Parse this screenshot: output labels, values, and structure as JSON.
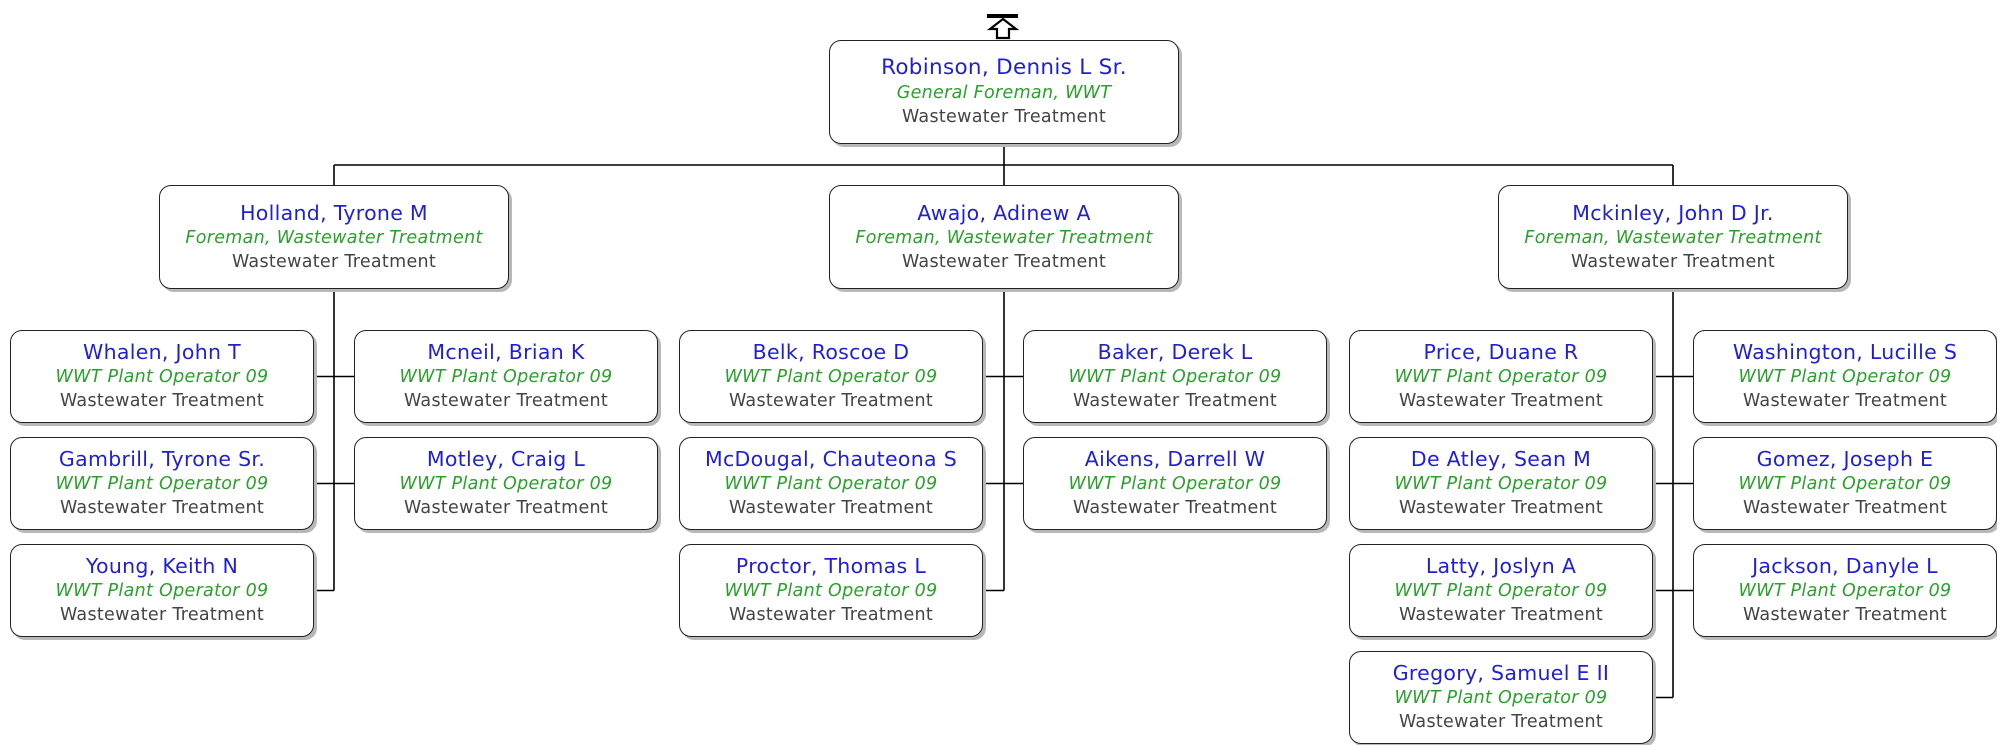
{
  "root": {
    "name": "Robinson, Dennis L Sr.",
    "title": "General Foreman, WWT",
    "dept": "Wastewater Treatment"
  },
  "managers": [
    {
      "name": "Holland, Tyrone M",
      "title": "Foreman, Wastewater Treatment",
      "dept": "Wastewater Treatment",
      "reports": [
        {
          "name": "Whalen, John T",
          "title": "WWT Plant Operator 09",
          "dept": "Wastewater Treatment"
        },
        {
          "name": "Mcneil, Brian K",
          "title": "WWT Plant Operator 09",
          "dept": "Wastewater Treatment"
        },
        {
          "name": "Gambrill, Tyrone Sr.",
          "title": "WWT Plant Operator 09",
          "dept": "Wastewater Treatment"
        },
        {
          "name": "Motley, Craig L",
          "title": "WWT Plant Operator 09",
          "dept": "Wastewater Treatment"
        },
        {
          "name": "Young, Keith N",
          "title": "WWT Plant Operator 09",
          "dept": "Wastewater Treatment"
        }
      ]
    },
    {
      "name": "Awajo, Adinew A",
      "title": "Foreman, Wastewater Treatment",
      "dept": "Wastewater Treatment",
      "reports": [
        {
          "name": "Belk, Roscoe D",
          "title": "WWT Plant Operator 09",
          "dept": "Wastewater Treatment"
        },
        {
          "name": "Baker, Derek L",
          "title": "WWT Plant Operator 09",
          "dept": "Wastewater Treatment"
        },
        {
          "name": "McDougal, Chauteona S",
          "title": "WWT Plant Operator 09",
          "dept": "Wastewater Treatment"
        },
        {
          "name": "Aikens, Darrell W",
          "title": "WWT Plant Operator 09",
          "dept": "Wastewater Treatment"
        },
        {
          "name": "Proctor, Thomas L",
          "title": "WWT Plant Operator 09",
          "dept": "Wastewater Treatment"
        }
      ]
    },
    {
      "name": "Mckinley, John D Jr.",
      "title": "Foreman, Wastewater Treatment",
      "dept": "Wastewater Treatment",
      "reports": [
        {
          "name": "Price, Duane R",
          "title": "WWT Plant Operator 09",
          "dept": "Wastewater Treatment"
        },
        {
          "name": "Washington, Lucille S",
          "title": "WWT Plant Operator 09",
          "dept": "Wastewater Treatment"
        },
        {
          "name": "De Atley, Sean M",
          "title": "WWT Plant Operator 09",
          "dept": "Wastewater Treatment"
        },
        {
          "name": "Gomez, Joseph E",
          "title": "WWT Plant Operator 09",
          "dept": "Wastewater Treatment"
        },
        {
          "name": "Latty, Joslyn A",
          "title": "WWT Plant Operator 09",
          "dept": "Wastewater Treatment"
        },
        {
          "name": "Jackson, Danyle L",
          "title": "WWT Plant Operator 09",
          "dept": "Wastewater Treatment"
        },
        {
          "name": "Gregory, Samuel E II",
          "title": "WWT Plant Operator 09",
          "dept": "Wastewater Treatment"
        }
      ]
    }
  ]
}
